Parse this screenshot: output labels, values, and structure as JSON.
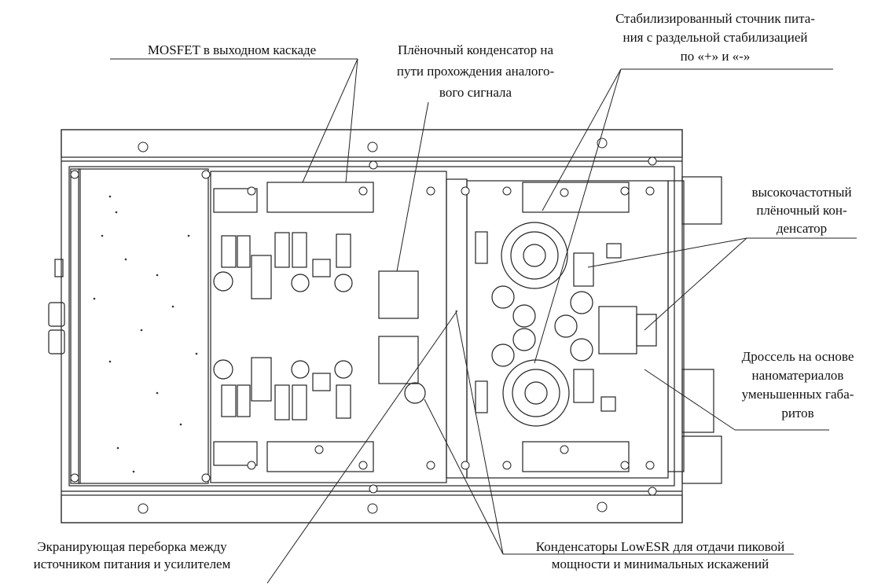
{
  "labels": {
    "mosfet": [
      "MOSFET в выходном каскаде"
    ],
    "film_cap": [
      "Плёночный конденсатор на",
      "пути прохождения аналого-",
      "вого сигнала"
    ],
    "power_supply": [
      "Стабилизированный сточник пита-",
      "ния с раздельной стабилизацией",
      "по «+» и «-»"
    ],
    "hf_cap": [
      "высокочастотный",
      "плёночный кон-",
      "денсатор"
    ],
    "choke": [
      "Дроссель на основе",
      "наноматериалов",
      "уменьшенных габа-",
      "ритов"
    ],
    "shield": [
      "Экранирующая переборка между",
      "источником питания и усилителем"
    ],
    "lowesr": [
      "Конденсаторы LowESR для отдачи пиковой",
      "мощности и минимальных искажений"
    ]
  }
}
